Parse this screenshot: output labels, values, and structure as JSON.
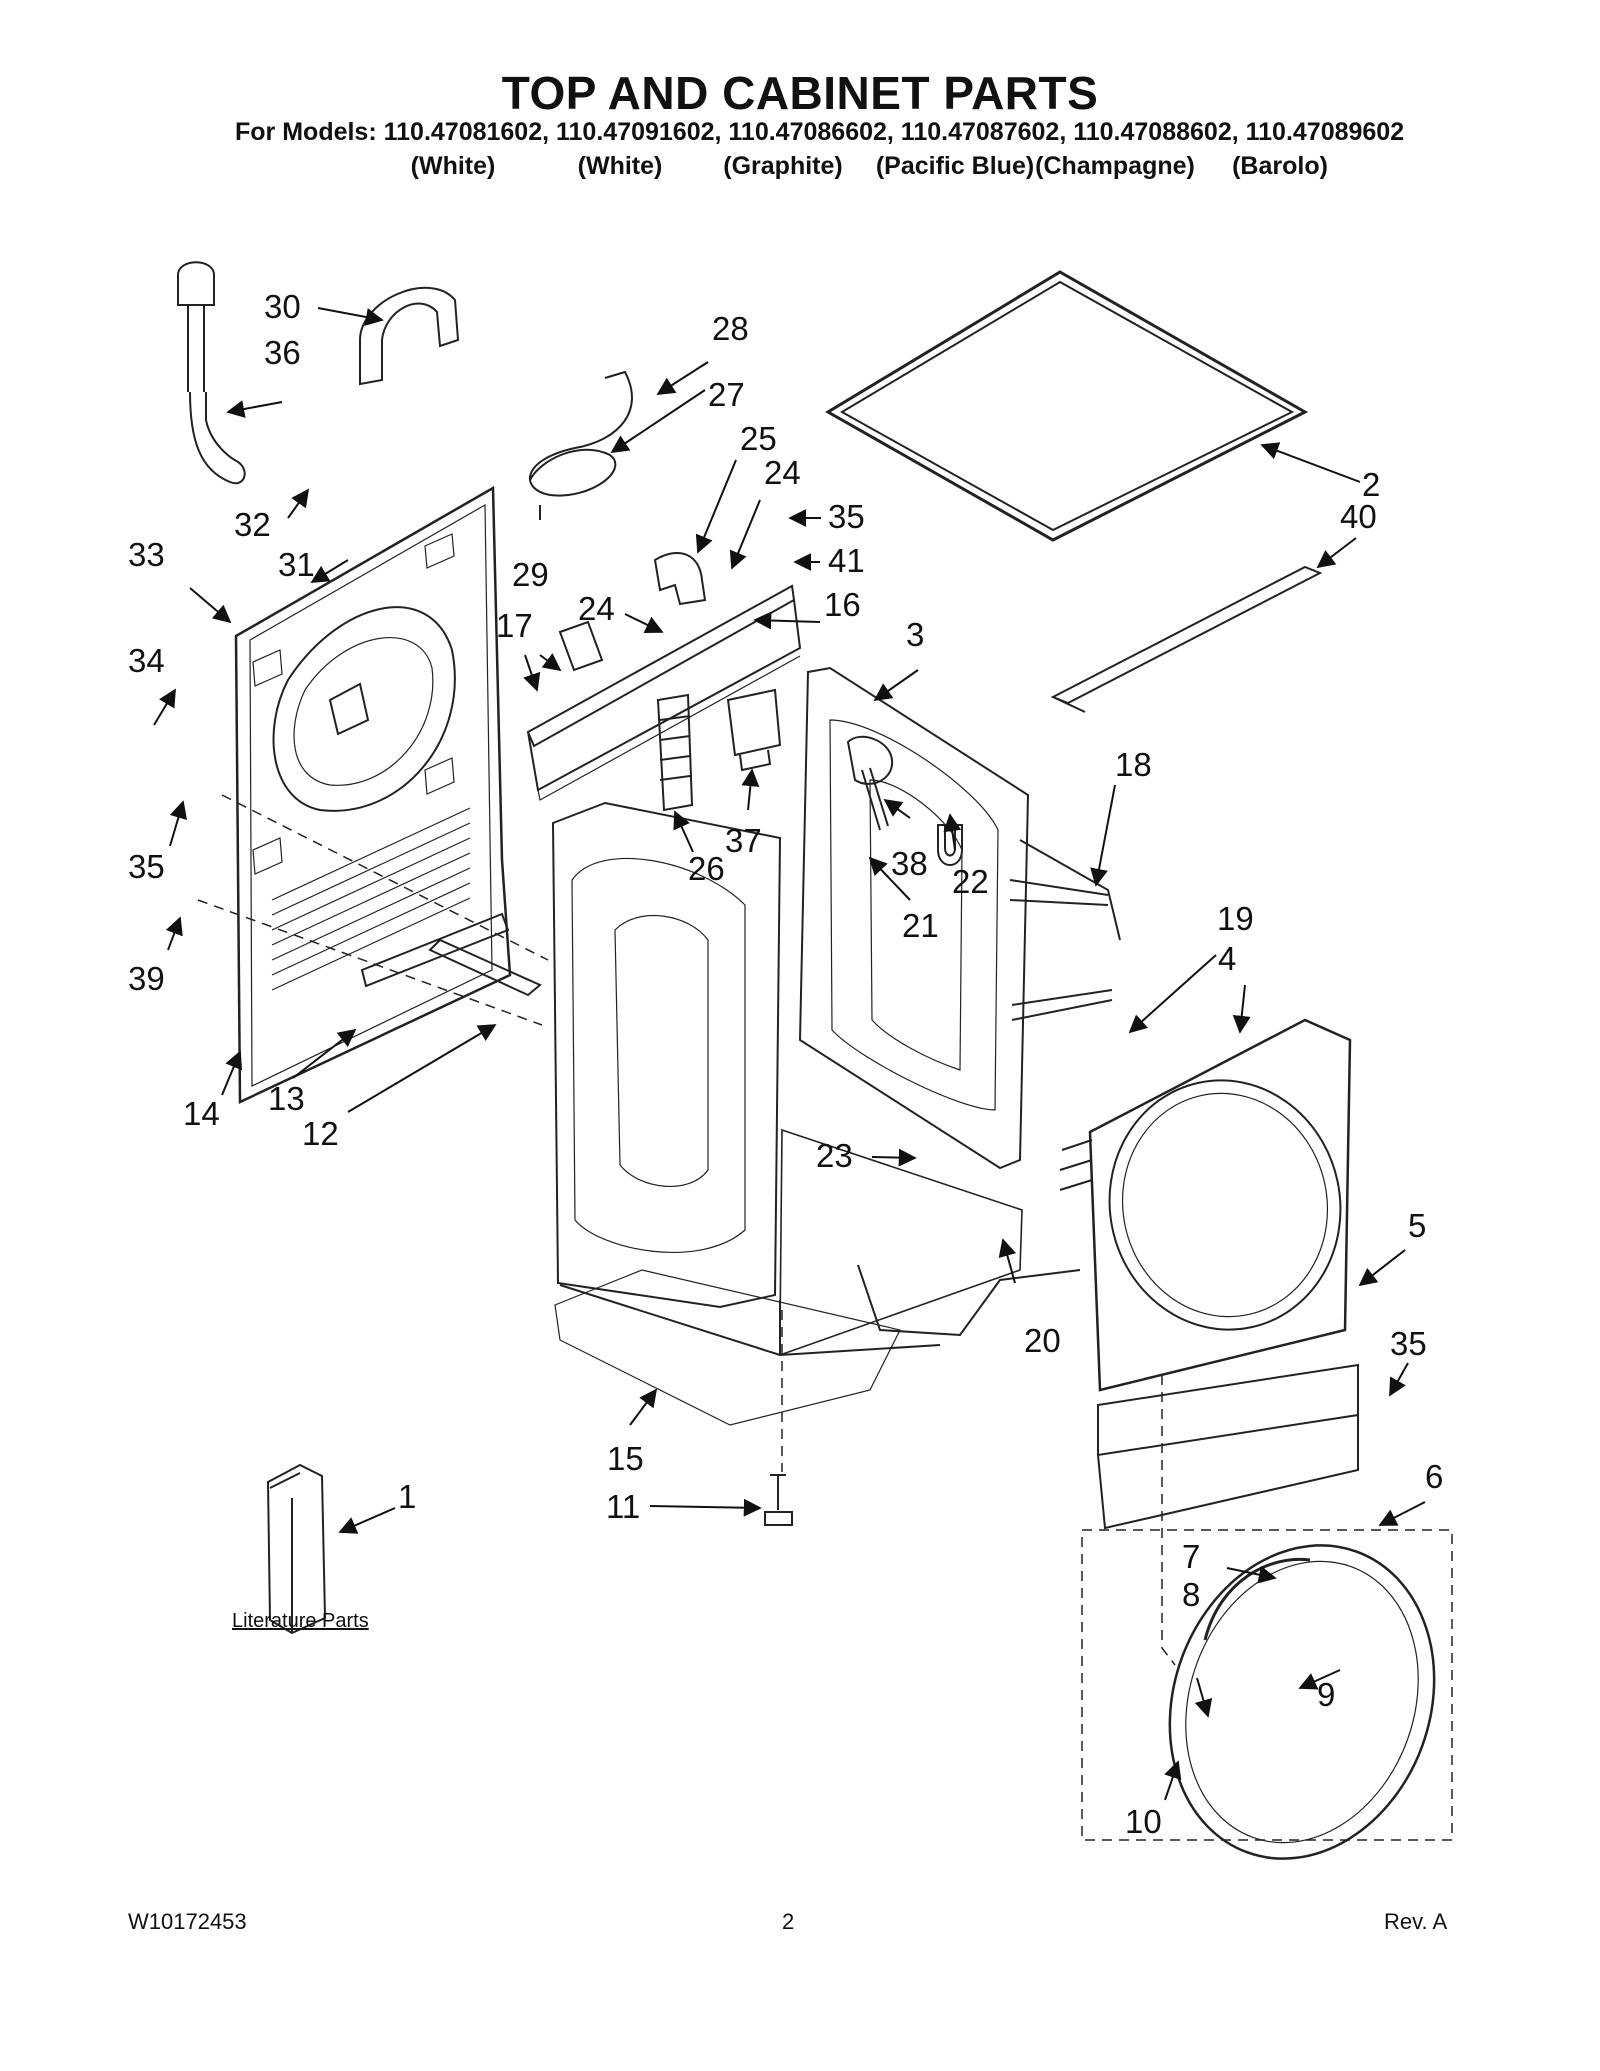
{
  "header": {
    "title": "TOP AND CABINET PARTS",
    "models_line": "For Models: 110.47081602, 110.47091602, 110.47086602, 110.47087602, 110.47088602, 110.47089602",
    "colors": [
      "(White)",
      "(White)",
      "(Graphite)",
      "(Pacific Blue)",
      "(Champagne)",
      "(Barolo)"
    ]
  },
  "callouts": [
    "1",
    "2",
    "3",
    "4",
    "5",
    "6",
    "7",
    "8",
    "9",
    "10",
    "11",
    "12",
    "13",
    "14",
    "15",
    "16",
    "17",
    "18",
    "19",
    "20",
    "21",
    "22",
    "23",
    "24",
    "24",
    "25",
    "26",
    "27",
    "28",
    "29",
    "30",
    "31",
    "32",
    "33",
    "34",
    "35",
    "35",
    "35",
    "36",
    "37",
    "38",
    "39",
    "40",
    "41"
  ],
  "literature_label": "Literature Parts",
  "footer": {
    "doc_number": "W10172453",
    "page_number": "2",
    "revision": "Rev. A"
  }
}
